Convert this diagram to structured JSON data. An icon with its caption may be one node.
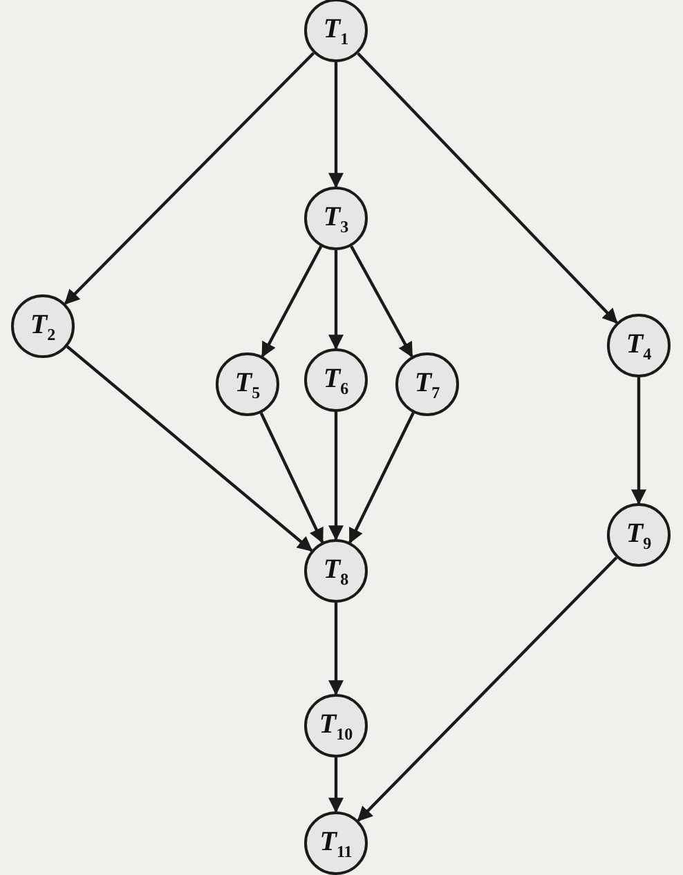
{
  "diagram": {
    "nodes": [
      {
        "text": [
          "*T*$_{1}$"
        ]
      },
      {
        "text": [
          "*T*$_{2}$"
        ]
      },
      {
        "text": [
          "*T*$_{3}$"
        ]
      },
      {
        "text": [
          "*T*$_{4}$"
        ]
      },
      {
        "text": [
          "*T*$_{5}$"
        ]
      },
      {
        "text": [
          "*T*$_{6}$"
        ]
      },
      {
        "text": [
          "*T*$_{7}$"
        ]
      },
      {
        "text": [
          "*T*$_{9}$"
        ]
      },
      {
        "text": [
          "*T*$_{8}$"
        ]
      },
      {
        "text": [
          "*T*$_{10}$"
        ]
      },
      {
        "text": [
          "*T*$_{11}$"
        ]
      }
    ],
    "edges": [
      {
        "from": 0,
        "to": 1,
        "arrow": "to"
      },
      {
        "from": 0,
        "to": 2,
        "arrow": "to"
      },
      {
        "from": 0,
        "to": 3,
        "arrow": "to"
      },
      {
        "from": 2,
        "to": 4,
        "arrow": "to"
      },
      {
        "from": 2,
        "to": 5,
        "arrow": "to"
      },
      {
        "from": 2,
        "to": 6,
        "arrow": "to"
      },
      {
        "from": 1,
        "to": 8,
        "arrow": "to"
      },
      {
        "from": 4,
        "to": 8,
        "arrow": "to"
      },
      {
        "from": 5,
        "to": 8,
        "arrow": "to"
      },
      {
        "from": 6,
        "to": 8,
        "arrow": "to"
      },
      {
        "from": 3,
        "to": 7,
        "arrow": "to"
      },
      {
        "from": 8,
        "to": 9,
        "arrow": "to"
      },
      {
        "from": 9,
        "to": 10,
        "arrow": "to"
      },
      {
        "from": 7,
        "to": 10,
        "arrow": "to"
      }
    ]
  }
}
